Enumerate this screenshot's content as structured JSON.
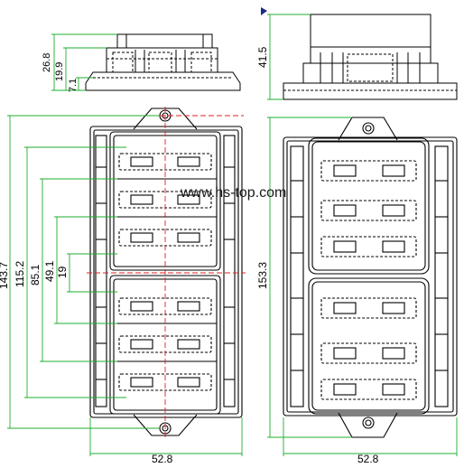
{
  "watermark": "www.hs-top.com",
  "dimensions": {
    "side_height_total": "26.8",
    "side_height_mid": "19.9",
    "side_height_base": "7.1",
    "right_height": "41.5",
    "front_total_height": "143.7",
    "front_h2": "115.2",
    "front_h3": "85.1",
    "front_h4": "49.1",
    "front_h5": "19",
    "front_width": "52.8",
    "top_length": "153.3",
    "top_width": "52.8"
  },
  "colors": {
    "outline": "#000000",
    "dimension_line": "#1fae2f",
    "centerline": "#e02020",
    "marker": "#1a2a8a"
  }
}
